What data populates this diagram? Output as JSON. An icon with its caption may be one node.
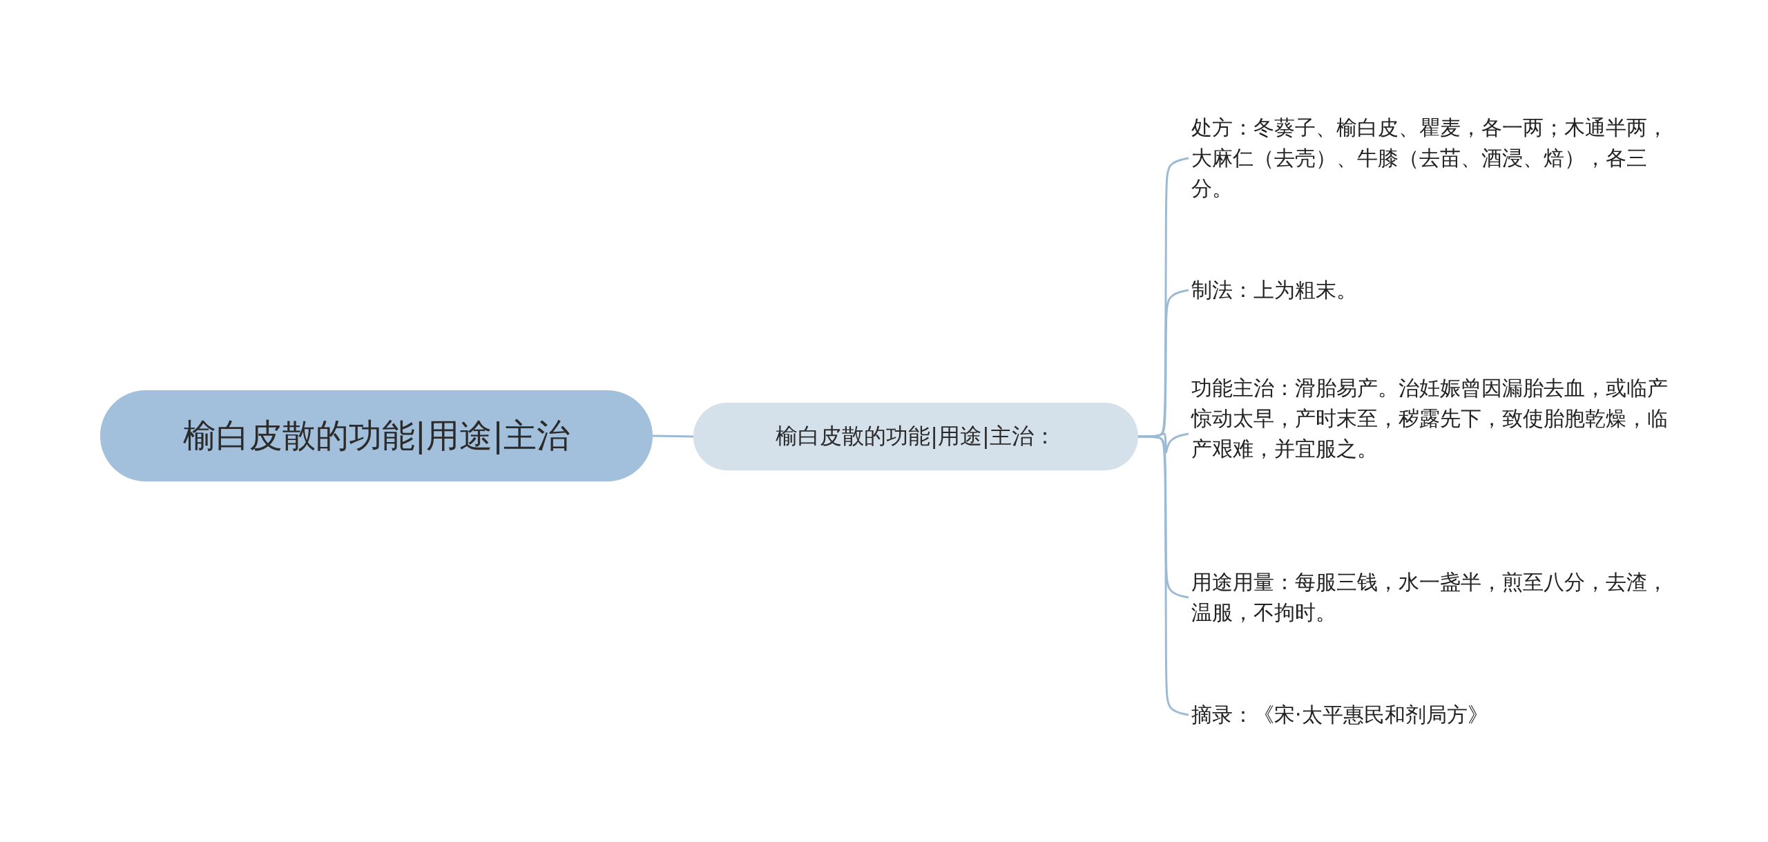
{
  "diagram": {
    "nodes": [
      {
        "text": [
          "榆白皮散的功能|用途|主治"
        ]
      },
      {
        "text": [
          "榆白皮散的功能|用途|主治："
        ]
      },
      {
        "text": [
          "处方：冬葵子、榆白皮、瞿麦，各一两；木通半两，大麻仁（去壳）、牛膝（去苗、酒浸、焙），各三分。"
        ]
      },
      {
        "text": [
          "制法：上为粗末。"
        ]
      },
      {
        "text": [
          "功能主治：滑胎易产。治妊娠曾因漏胎去血，或临产惊动太早，产时末至，秽露先下，致使胎胞乾燥，临产艰难，并宜服之。"
        ]
      },
      {
        "text": [
          "用途用量：每服三钱，水一盏半，煎至八分，去渣，温服，不拘时。"
        ]
      },
      {
        "text": [
          "摘录：《宋·太平惠民和剂局方》"
        ]
      }
    ],
    "edges": [
      {
        "from": 0,
        "to": 1,
        "arrow": "none"
      },
      {
        "from": 1,
        "to": 2,
        "arrow": "none"
      },
      {
        "from": 1,
        "to": 3,
        "arrow": "none"
      },
      {
        "from": 1,
        "to": 4,
        "arrow": "none"
      },
      {
        "from": 1,
        "to": 5,
        "arrow": "none"
      },
      {
        "from": 1,
        "to": 6,
        "arrow": "none"
      }
    ]
  }
}
